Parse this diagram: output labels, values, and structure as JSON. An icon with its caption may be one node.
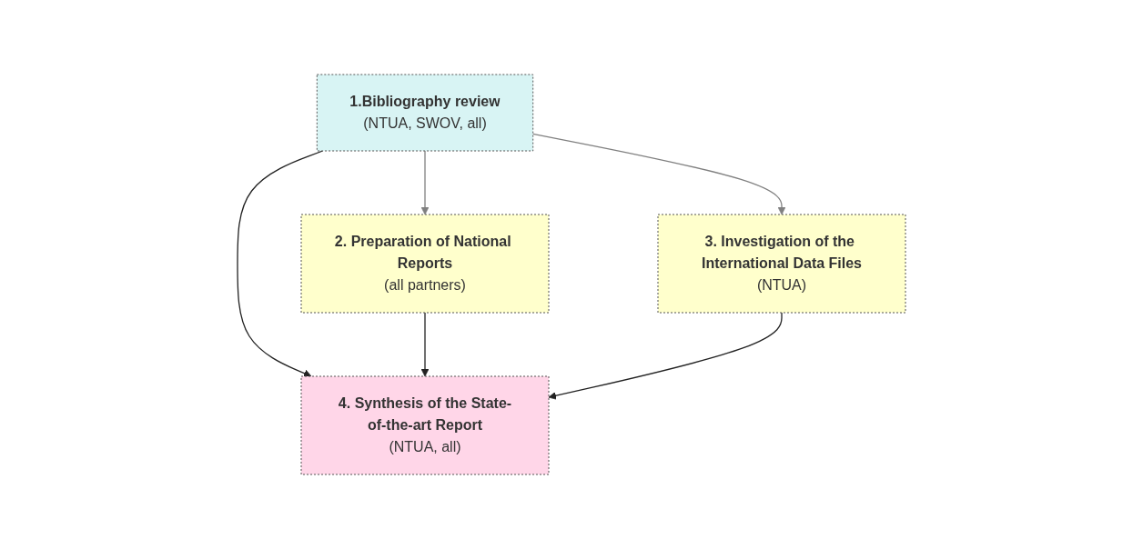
{
  "diagram": {
    "nodes": [
      {
        "text": [
          "1.Bibliography review",
          "(NTUA, SWOV, all)"
        ]
      },
      {
        "text": [
          "2. Preparation of National Reports",
          "(all partners)"
        ]
      },
      {
        "text": [
          "3. Investigation of the International Data Files",
          "(NTUA)"
        ]
      },
      {
        "text": [
          "4. Synthesis of the State-of-the-art Report",
          "(NTUA, all)"
        ]
      }
    ],
    "edges": [
      {
        "from": 0,
        "to": 1,
        "arrow": "to",
        "color": "#808080"
      },
      {
        "from": 0,
        "to": 2,
        "arrow": "to",
        "color": "#808080"
      },
      {
        "from": 0,
        "to": 3,
        "arrow": "to"
      },
      {
        "from": 1,
        "to": 3,
        "arrow": "to"
      },
      {
        "from": 2,
        "to": 3,
        "arrow": "to"
      }
    ]
  }
}
